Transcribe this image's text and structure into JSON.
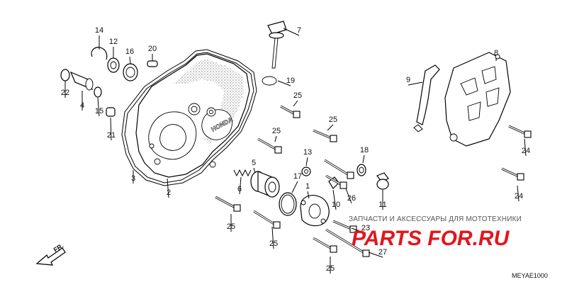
{
  "diagram": {
    "code": "MEYAE1000",
    "direction_label": "FR.",
    "brand_on_cover": "HONDA"
  },
  "watermark": {
    "tagline": "ЗАПЧАСТИ И АКСЕССУАРЫ ДЛЯ МОТОТЕХНИКИ",
    "logo": "PARTS FOR.RU"
  },
  "callouts": [
    {
      "id": "c14",
      "label": "14"
    },
    {
      "id": "c12",
      "label": "12"
    },
    {
      "id": "c16",
      "label": "16"
    },
    {
      "id": "c20",
      "label": "20"
    },
    {
      "id": "c7",
      "label": "7"
    },
    {
      "id": "c8",
      "label": "8"
    },
    {
      "id": "c9",
      "label": "9"
    },
    {
      "id": "c22",
      "label": "22"
    },
    {
      "id": "c4",
      "label": "4"
    },
    {
      "id": "c15",
      "label": "15"
    },
    {
      "id": "c21",
      "label": "21"
    },
    {
      "id": "c19",
      "label": "19"
    },
    {
      "id": "c25a",
      "label": "25"
    },
    {
      "id": "c25b",
      "label": "25"
    },
    {
      "id": "c25c",
      "label": "25"
    },
    {
      "id": "c24a",
      "label": "24"
    },
    {
      "id": "c24b",
      "label": "24"
    },
    {
      "id": "c3",
      "label": "3"
    },
    {
      "id": "c2",
      "label": "2"
    },
    {
      "id": "c13",
      "label": "13"
    },
    {
      "id": "c18",
      "label": "18"
    },
    {
      "id": "c5",
      "label": "5"
    },
    {
      "id": "c6",
      "label": "6"
    },
    {
      "id": "c17",
      "label": "17"
    },
    {
      "id": "c1",
      "label": "1"
    },
    {
      "id": "c10",
      "label": "10"
    },
    {
      "id": "c26",
      "label": "26"
    },
    {
      "id": "c11",
      "label": "11"
    },
    {
      "id": "c25d",
      "label": "25"
    },
    {
      "id": "c25e",
      "label": "25"
    },
    {
      "id": "c23",
      "label": "23"
    },
    {
      "id": "c27",
      "label": "27"
    },
    {
      "id": "c25f",
      "label": "25"
    }
  ]
}
